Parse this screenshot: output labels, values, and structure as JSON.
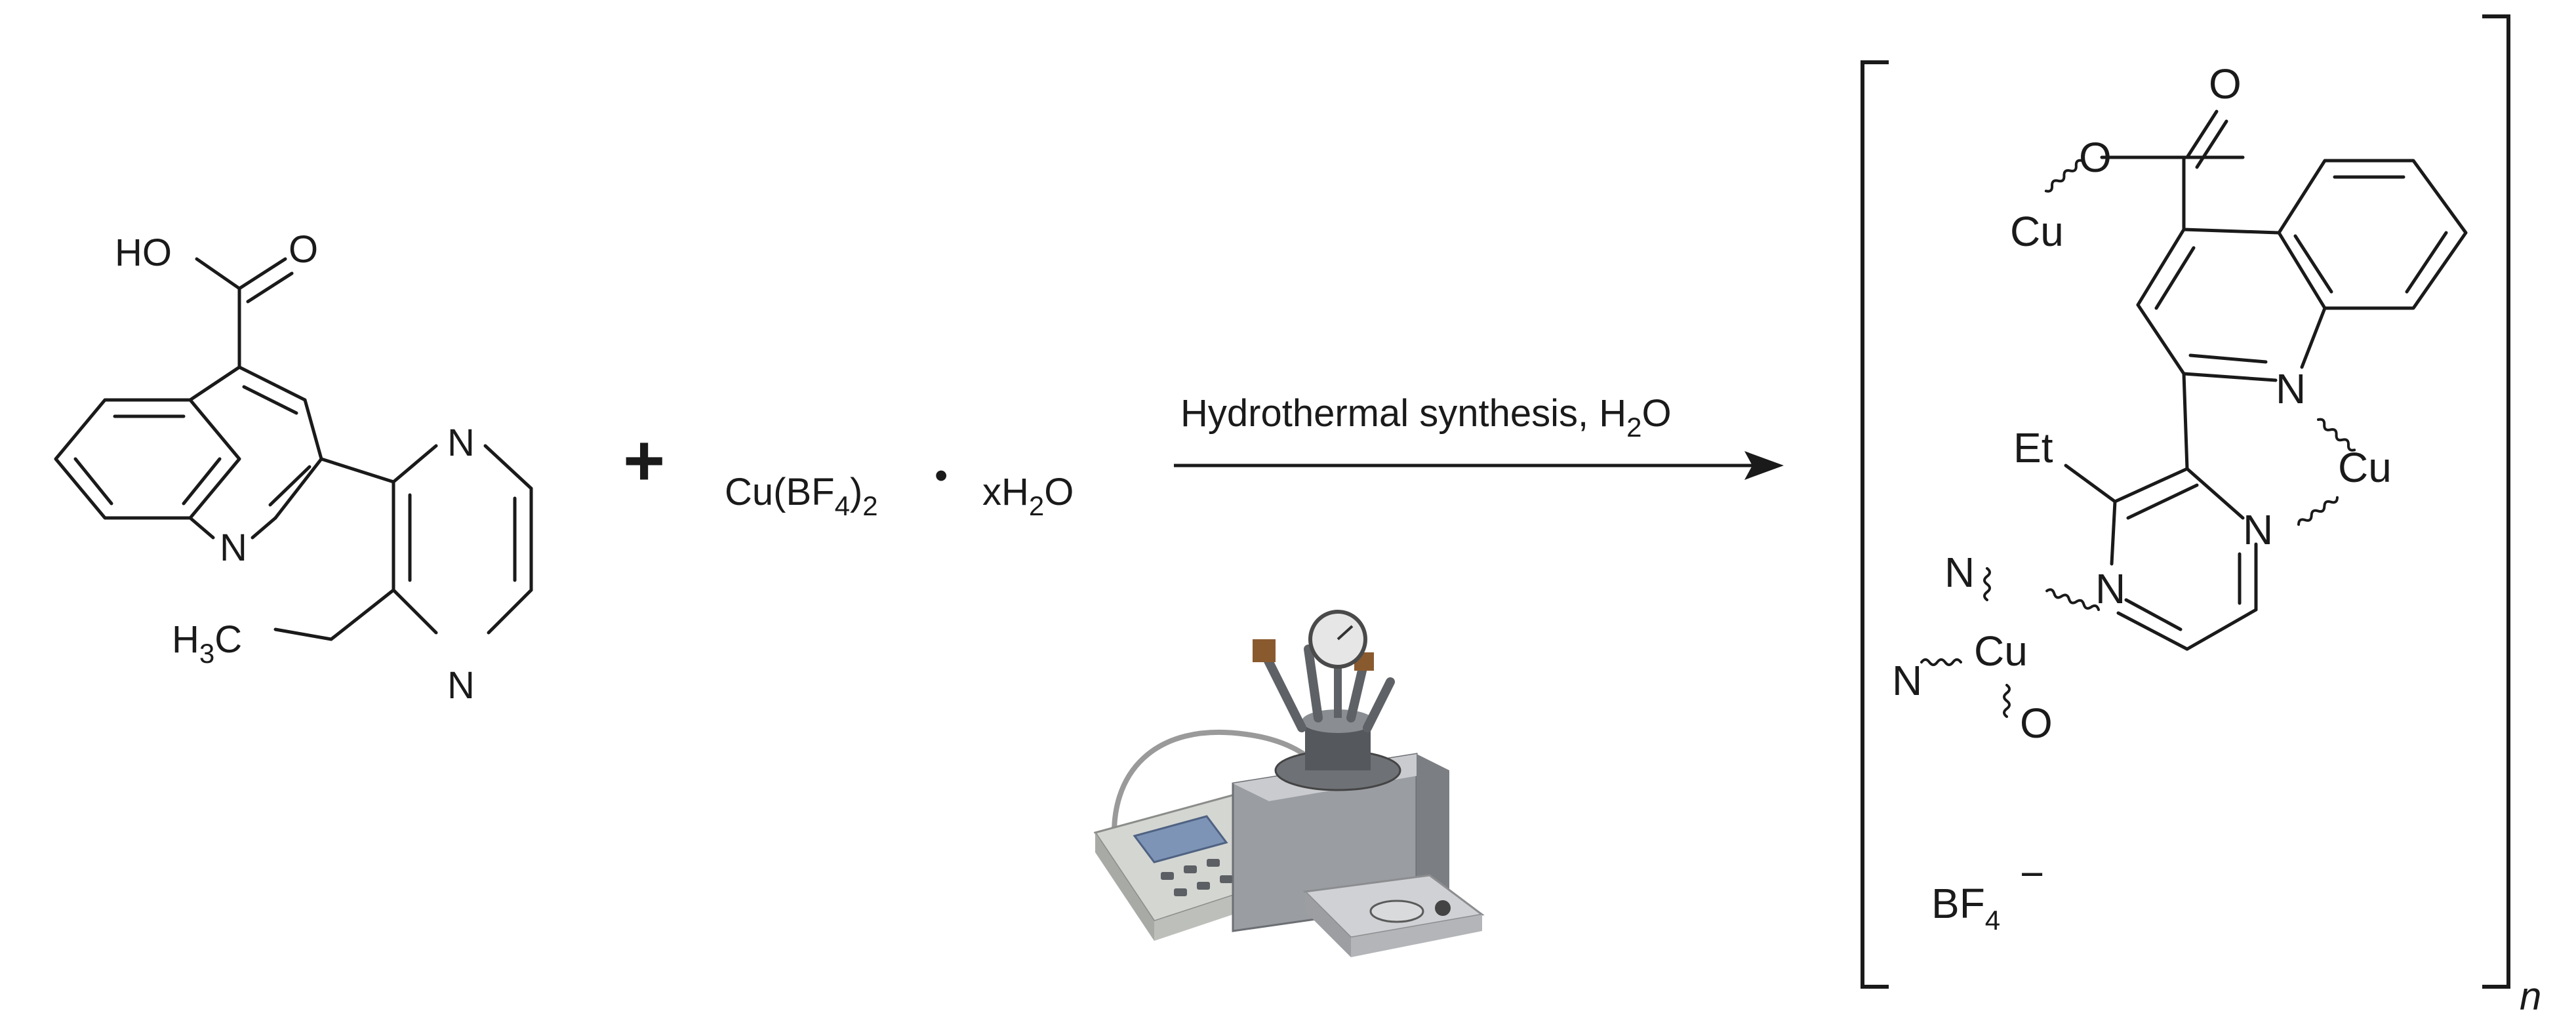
{
  "diagram": {
    "reactant_ligand": {
      "HO": "HO",
      "O": "O",
      "N_quinoline": "N",
      "N_pyrazine_top": "N",
      "N_pyrazine_bottom": "N",
      "methyl_H": "H",
      "methyl_sub": "3",
      "methyl_C": "C"
    },
    "plus": "+",
    "reactant_salt": {
      "prefix": "Cu(BF",
      "sub4": "4",
      "close": ")",
      "sub2": "2",
      "dot": "•",
      "water_x": "xH",
      "water_sub": "2",
      "water_O": "O"
    },
    "condition": {
      "text": "Hydrothermal synthesis, H",
      "sub": "2",
      "tail": "O"
    },
    "product": {
      "O_carbonyl": "O",
      "O_link": "O",
      "Cu_top": "Cu",
      "N_quinoline": "N",
      "Cu_right": "Cu",
      "Et": "Et",
      "N_pyrazine_right": "N",
      "N_pyrazine_left": "N",
      "Cu_center": "Cu",
      "N_up": "N",
      "N_left": "N",
      "O_down": "O",
      "anion": "BF",
      "anion_sub": "4",
      "anion_charge": "−",
      "repeat": "n"
    }
  }
}
